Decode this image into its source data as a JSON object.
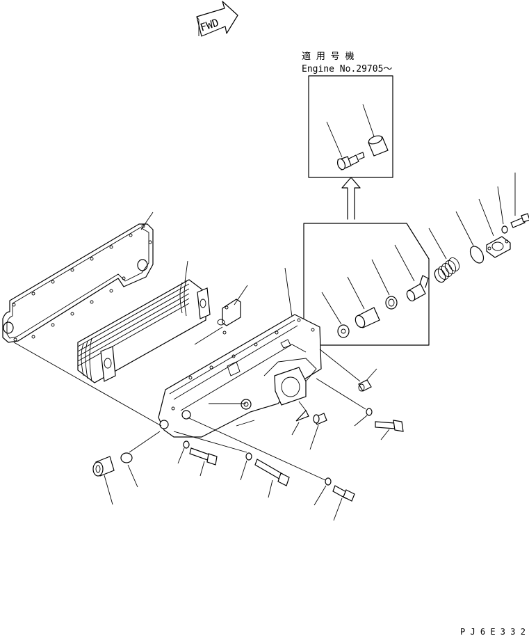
{
  "fwd_label": "FWD",
  "applicability": {
    "line1": "適 用 号 機",
    "line2": "Engine No.29705～"
  },
  "drawing_code": "P J 6 E 3 3 2"
}
